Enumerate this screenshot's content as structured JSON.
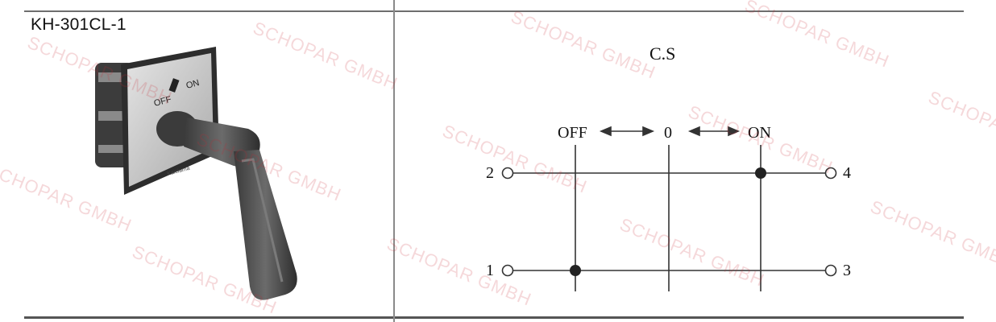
{
  "product": {
    "model": "KH-301CL-1"
  },
  "diagram": {
    "title": "C.S",
    "positions": [
      "OFF",
      "0",
      "ON"
    ],
    "terminals": {
      "t1": "1",
      "t2": "2",
      "t3": "3",
      "t4": "4"
    }
  },
  "watermark": {
    "text": "SCHOPAR GMBH"
  },
  "colors": {
    "line": "#333333",
    "rule": "#6e6e6e",
    "watermark": "#c82832"
  }
}
